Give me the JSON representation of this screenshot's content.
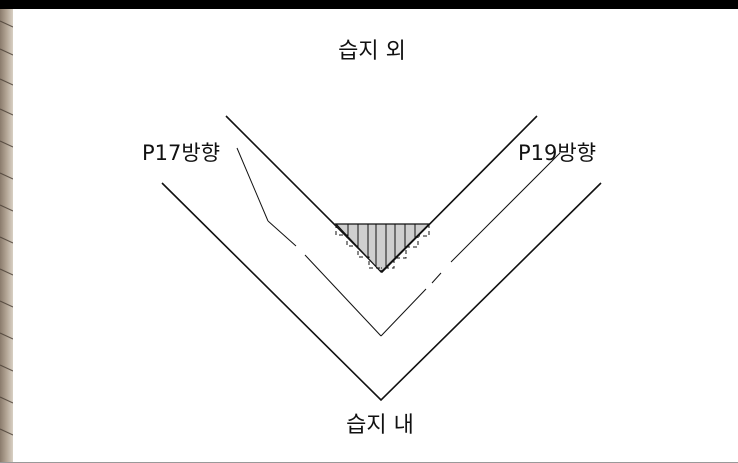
{
  "diagram": {
    "top_label": "습지 외",
    "bottom_label": "습지 내",
    "left_direction_label": "P17방향",
    "right_direction_label": "P19방향"
  }
}
